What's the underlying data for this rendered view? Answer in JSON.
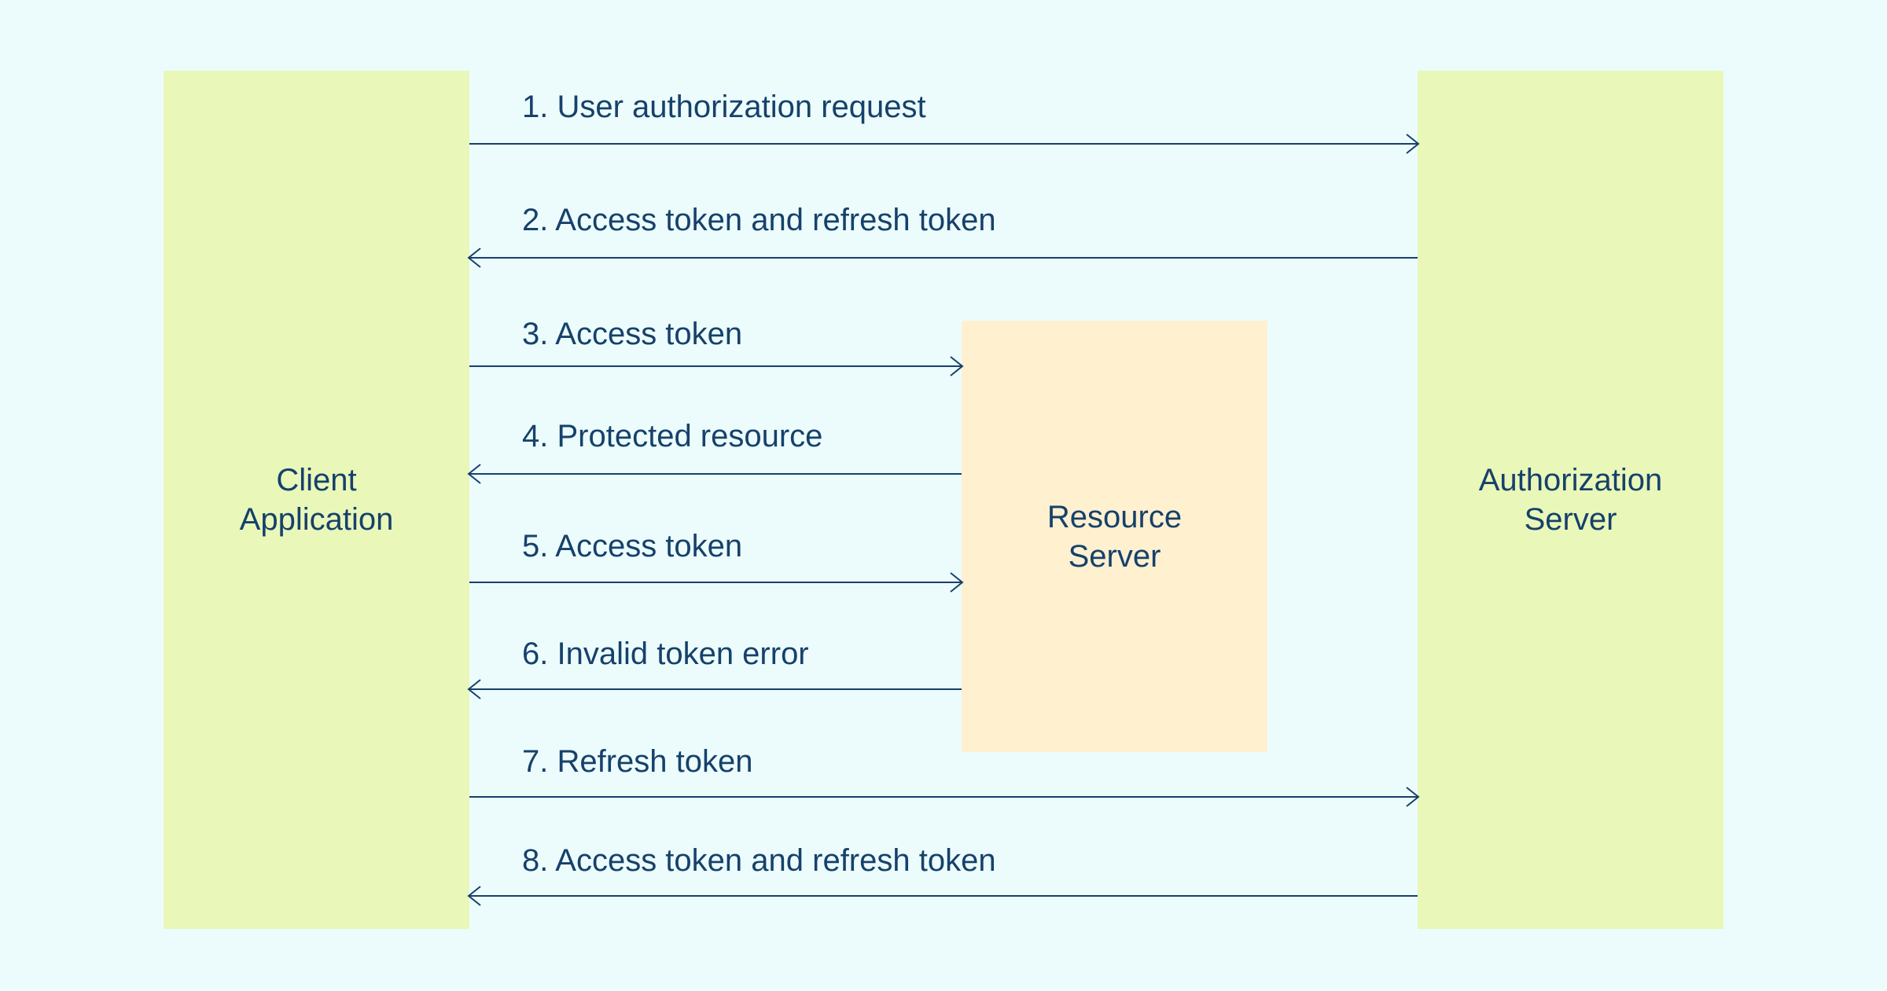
{
  "actors": {
    "client": "Client\nApplication",
    "resource": "Resource\nServer",
    "authorization": "Authorization\nServer"
  },
  "messages": [
    {
      "label": "1. User authorization request",
      "from": "client",
      "to": "authorization"
    },
    {
      "label": "2. Access token and refresh token",
      "from": "authorization",
      "to": "client"
    },
    {
      "label": "3. Access token",
      "from": "client",
      "to": "resource"
    },
    {
      "label": "4. Protected resource",
      "from": "resource",
      "to": "client"
    },
    {
      "label": "5. Access token",
      "from": "client",
      "to": "resource"
    },
    {
      "label": "6. Invalid token error",
      "from": "resource",
      "to": "client"
    },
    {
      "label": "7. Refresh token",
      "from": "client",
      "to": "authorization"
    },
    {
      "label": "8. Access token and refresh token",
      "from": "authorization",
      "to": "client"
    }
  ],
  "colors": {
    "background": "#ecfcfc",
    "actor_fill": "#e9f7b9",
    "resource_fill": "#fff0d0",
    "line": "#16416b"
  }
}
